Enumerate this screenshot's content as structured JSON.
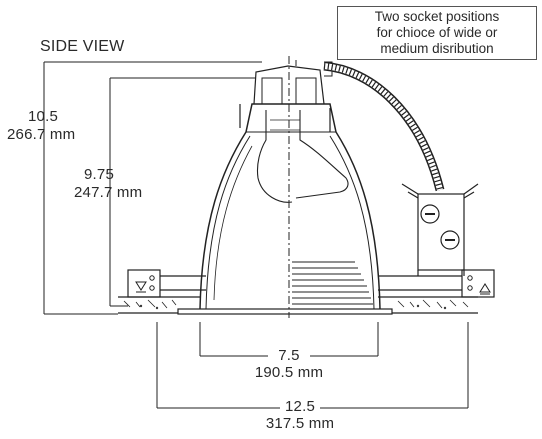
{
  "title": "SIDE VIEW",
  "callout": {
    "lines": [
      "Two socket positions",
      "for chioce of wide or",
      "medium disribution"
    ]
  },
  "dimensions": {
    "overall_height": {
      "imperial": "10.5",
      "metric": "266.7 mm"
    },
    "reflector_height": {
      "imperial": "9.75",
      "metric": "247.7 mm"
    },
    "aperture_width": {
      "imperial": "7.5",
      "metric": "190.5 mm"
    },
    "overall_width": {
      "imperial": "12.5",
      "metric": "317.5 mm"
    }
  }
}
